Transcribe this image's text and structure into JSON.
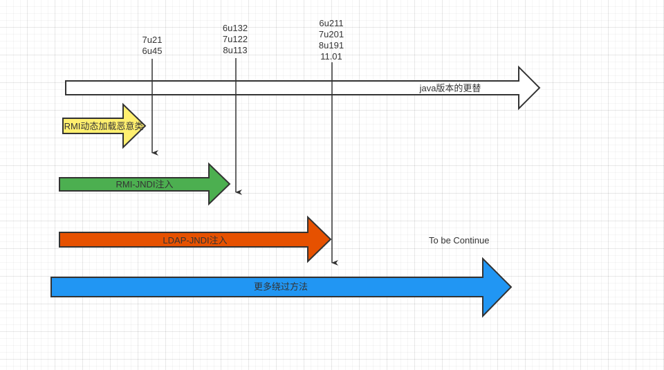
{
  "arrows": {
    "java": {
      "label": "java版本的更替",
      "fill": "#ffffff"
    },
    "rmi_dynamic": {
      "label": "RMI动态加载恶意类",
      "fill": "#ffef6f"
    },
    "rmi_jndi": {
      "label": "RMI-JNDI注入",
      "fill": "#4caf50"
    },
    "ldap_jndi": {
      "label": "LDAP-JNDI注入",
      "fill": "#e65100"
    },
    "bypass": {
      "label": "更多绕过方法",
      "fill": "#2196f3"
    }
  },
  "versions": {
    "v1": {
      "line1": "7u21",
      "line2": "6u45"
    },
    "v2": {
      "line1": "6u132",
      "line2": "7u122",
      "line3": "8u113"
    },
    "v3": {
      "line1": "6u211",
      "line2": "7u201",
      "line3": "8u191",
      "line4": "11.01"
    }
  },
  "note": "To be Continue"
}
